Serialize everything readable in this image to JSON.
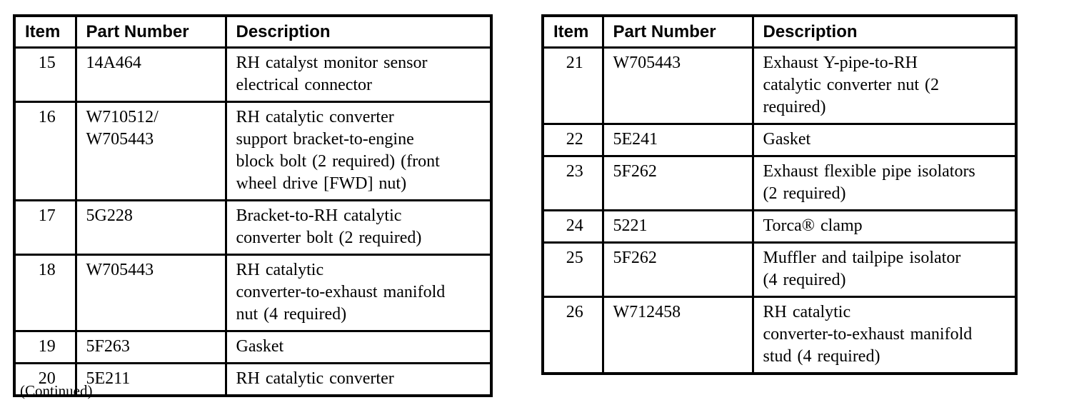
{
  "page": {
    "background_color": "#ffffff",
    "text_color": "#000000",
    "continued_label": "(Continued)"
  },
  "tables": [
    {
      "name": "parts-list-items-15-20",
      "headers": {
        "item": "Item",
        "part": "Part Number",
        "desc": "Description"
      },
      "rows": [
        {
          "item": "15",
          "part": "14A464",
          "desc": "RH catalyst monitor sensor\nelectrical connector"
        },
        {
          "item": "16",
          "part": "W710512/\nW705443",
          "desc": "RH catalytic converter\nsupport bracket-to-engine\nblock bolt (2 required) (front\nwheel drive [FWD] nut)"
        },
        {
          "item": "17",
          "part": "5G228",
          "desc": "Bracket-to-RH catalytic\nconverter bolt (2 required)"
        },
        {
          "item": "18",
          "part": "W705443",
          "desc": "RH catalytic\nconverter-to-exhaust manifold\nnut (4 required)"
        },
        {
          "item": "19",
          "part": "5F263",
          "desc": "Gasket"
        },
        {
          "item": "20",
          "part": "5E211",
          "desc": "RH catalytic converter"
        }
      ]
    },
    {
      "name": "parts-list-items-21-26",
      "headers": {
        "item": "Item",
        "part": "Part Number",
        "desc": "Description"
      },
      "rows": [
        {
          "item": "21",
          "part": "W705443",
          "desc": "Exhaust Y-pipe-to-RH\ncatalytic converter nut (2\nrequired)"
        },
        {
          "item": "22",
          "part": "5E241",
          "desc": "Gasket"
        },
        {
          "item": "23",
          "part": "5F262",
          "desc": "Exhaust flexible pipe isolators\n(2 required)"
        },
        {
          "item": "24",
          "part": "5221",
          "desc": "Torca® clamp"
        },
        {
          "item": "25",
          "part": "5F262",
          "desc": "Muffler and tailpipe isolator\n(4 required)"
        },
        {
          "item": "26",
          "part": "W712458",
          "desc": "RH catalytic\nconverter-to-exhaust manifold\nstud (4 required)"
        }
      ]
    }
  ]
}
